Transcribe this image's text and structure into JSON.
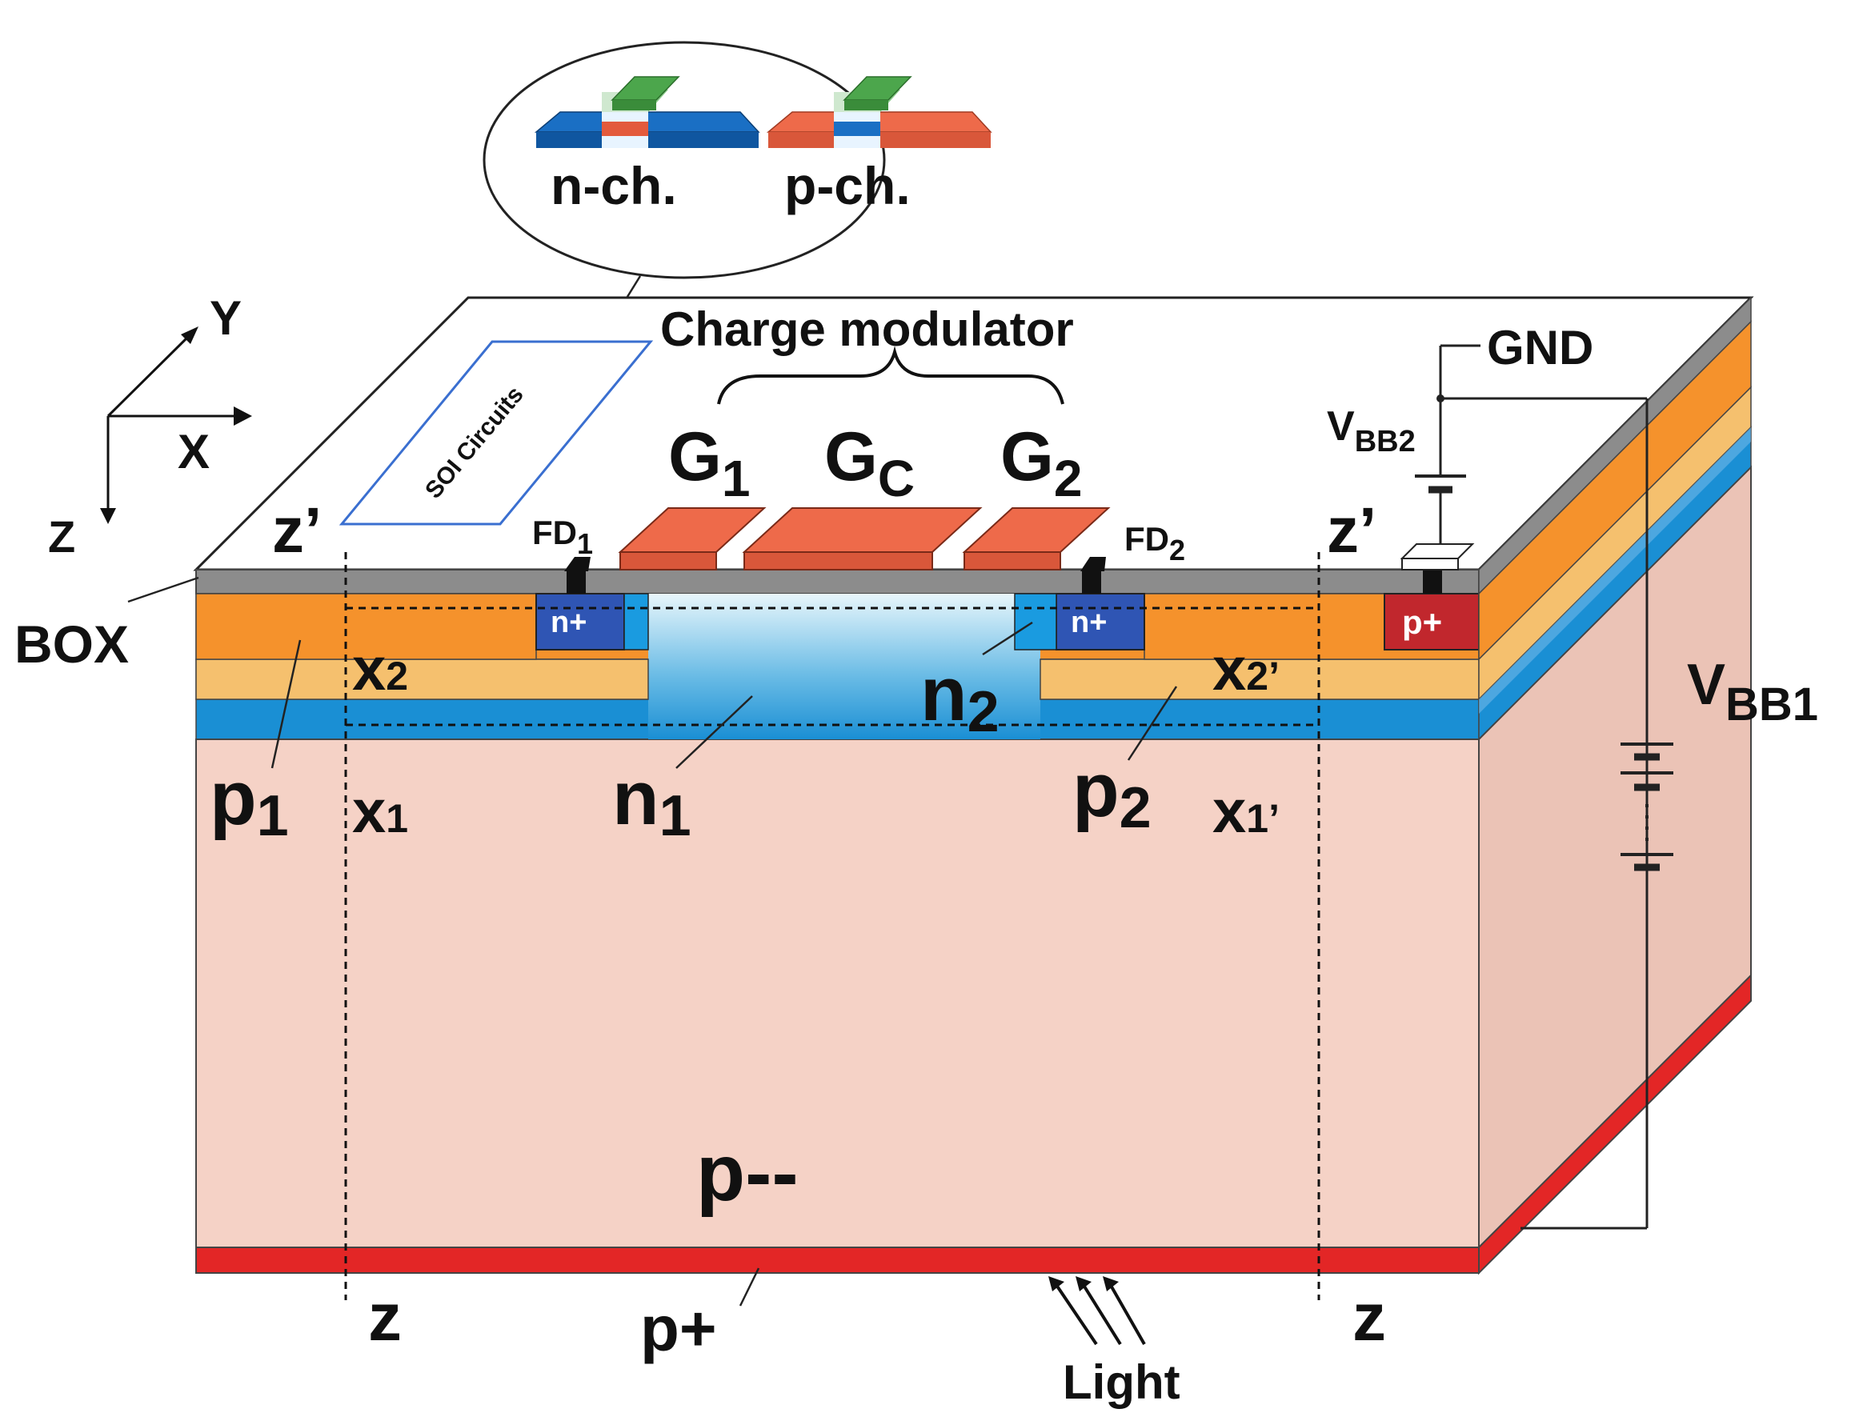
{
  "labels": {
    "inset_nch": "n-ch.",
    "inset_pch": "p-ch.",
    "soi_circuits": "SOI Circuits",
    "charge_modulator": "Charge modulator",
    "g1_main": "G",
    "g1_sub": "1",
    "gc_main": "G",
    "gc_sub": "C",
    "g2_main": "G",
    "g2_sub": "2",
    "fd1_main": "FD",
    "fd1_sub": "1",
    "fd2_main": "FD",
    "fd2_sub": "2",
    "gnd": "GND",
    "vbb2_main": "V",
    "vbb2_sub": "BB2",
    "vbb1_main": "V",
    "vbb1_sub": "BB1",
    "axis_y": "Y",
    "axis_x": "X",
    "axis_z": "Z",
    "z_prime_left": "z’",
    "z_prime_right": "z’",
    "box": "BOX",
    "nplus_left": "n+",
    "nplus_right": "n+",
    "pplus_contact": "p+",
    "x2_main": "x",
    "x2_sub": "2",
    "x2p_main": "x",
    "x2p_sub": "2’",
    "x1_main": "x",
    "x1_sub": "1",
    "x1p_main": "x",
    "x1p_sub": "1’",
    "p1_main": "p",
    "p1_sub": "1",
    "n1_main": "n",
    "n1_sub": "1",
    "n2_main": "n",
    "n2_sub": "2",
    "p2_main": "p",
    "p2_sub": "2",
    "p_minus_minus": "p--",
    "p_plus_bottom": "p+",
    "z_bottom_left": "z",
    "z_bottom_right": "z",
    "light": "Light"
  },
  "colors": {
    "substrate": "#f5d2c6",
    "substrate_side": "#ebc3b6",
    "p_well_orange": "#f5922c",
    "p_layer_light": "#f5c06e",
    "n_layer_blue": "#1a8fd4",
    "n_plus_blue": "#2f55b4",
    "p_plus_red": "#c1272d",
    "p_plus_bottom": "#e32626",
    "box_gray": "#8c8c8c",
    "gate_red": "#ee6a4a",
    "gate_green": "#4ca64c",
    "inset_blue": "#1a6fc4"
  }
}
